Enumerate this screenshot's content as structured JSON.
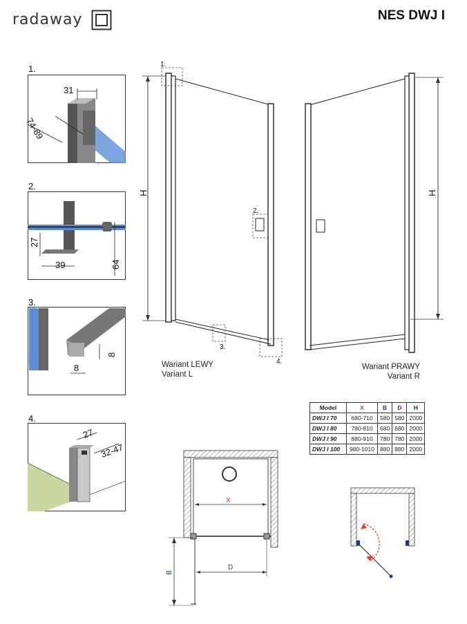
{
  "brand": {
    "name": "radaway",
    "colors": {
      "text": "#333333",
      "accent_x": "#e53935",
      "accent_b": "#1e3a8a",
      "accent_d": "#6a1b9a",
      "glass": "#5b8fd6",
      "wall": "#c8d79e"
    }
  },
  "title": "NES DWJ I",
  "details": [
    {
      "label": "1.",
      "dims": [
        "31",
        "74-89"
      ]
    },
    {
      "label": "2.",
      "dims": [
        "27",
        "39",
        "64"
      ]
    },
    {
      "label": "3.",
      "dims": [
        "8",
        "8"
      ]
    },
    {
      "label": "4.",
      "dims": [
        "27",
        "32-47"
      ]
    }
  ],
  "elevation": {
    "height_label": "H",
    "callouts": [
      "1.",
      "2.",
      "3.",
      "4."
    ],
    "variant_left": [
      "Wariant LEWY",
      "Variant L"
    ],
    "variant_right": [
      "Wariant PRAWY",
      "Variant R"
    ]
  },
  "table": {
    "headers": [
      "Model",
      "X",
      "B",
      "D",
      "H"
    ],
    "rows": [
      [
        "DWJ I 70",
        "680-710",
        "580",
        "580",
        "2000"
      ],
      [
        "DWJ I 80",
        "780-810",
        "680",
        "680",
        "2000"
      ],
      [
        "DWJ I 90",
        "880-910",
        "780",
        "780",
        "2000"
      ],
      [
        "DWJ I 100",
        "980-1010",
        "880",
        "880",
        "2000"
      ]
    ]
  },
  "plan": {
    "x_label": "X",
    "b_label": "B",
    "d_label": "D"
  }
}
